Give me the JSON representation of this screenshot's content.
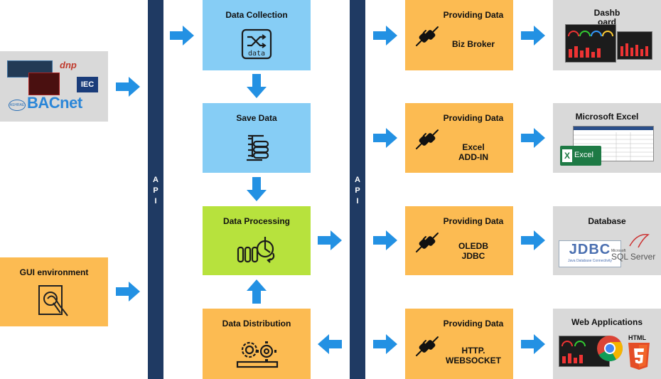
{
  "api_label": "API",
  "blocks": {
    "collection": "Data Collection",
    "save": "Save Data",
    "processing": "Data Processing",
    "distribution": "Data Distribution",
    "gui": "GUI environment"
  },
  "inputs": {
    "dnp": "dnp",
    "iec": "IEC",
    "bacnet": "BACnet",
    "ashrae": "ASHRAE"
  },
  "providers": [
    {
      "title": "Providing Data",
      "sub1": "Biz Broker",
      "sub2": ""
    },
    {
      "title": "Providing Data",
      "sub1": "Excel",
      "sub2": "ADD-IN"
    },
    {
      "title": "Providing Data",
      "sub1": "OLEDB",
      "sub2": "JDBC"
    },
    {
      "title": "Providing Data",
      "sub1": "HTTP.",
      "sub2": "WEBSOCKET"
    }
  ],
  "outputs": {
    "dashboard": "Dashboard",
    "excel": "Microsoft Excel",
    "excel_logo": "Excel",
    "database": "Database",
    "jdbc": "JDBC",
    "jdbc_sub": "Java Database Connectivity",
    "sql_small": "Microsoft",
    "sql": "SQL Server",
    "web": "Web Applications",
    "html": "HTML"
  },
  "icon_data_text": "data",
  "colors": {
    "blue": "#86cdf5",
    "green": "#b7e23d",
    "orange": "#fcbb52",
    "gray": "#d9d9d9",
    "api": "#1f3a63",
    "arrow": "#2391e3"
  }
}
